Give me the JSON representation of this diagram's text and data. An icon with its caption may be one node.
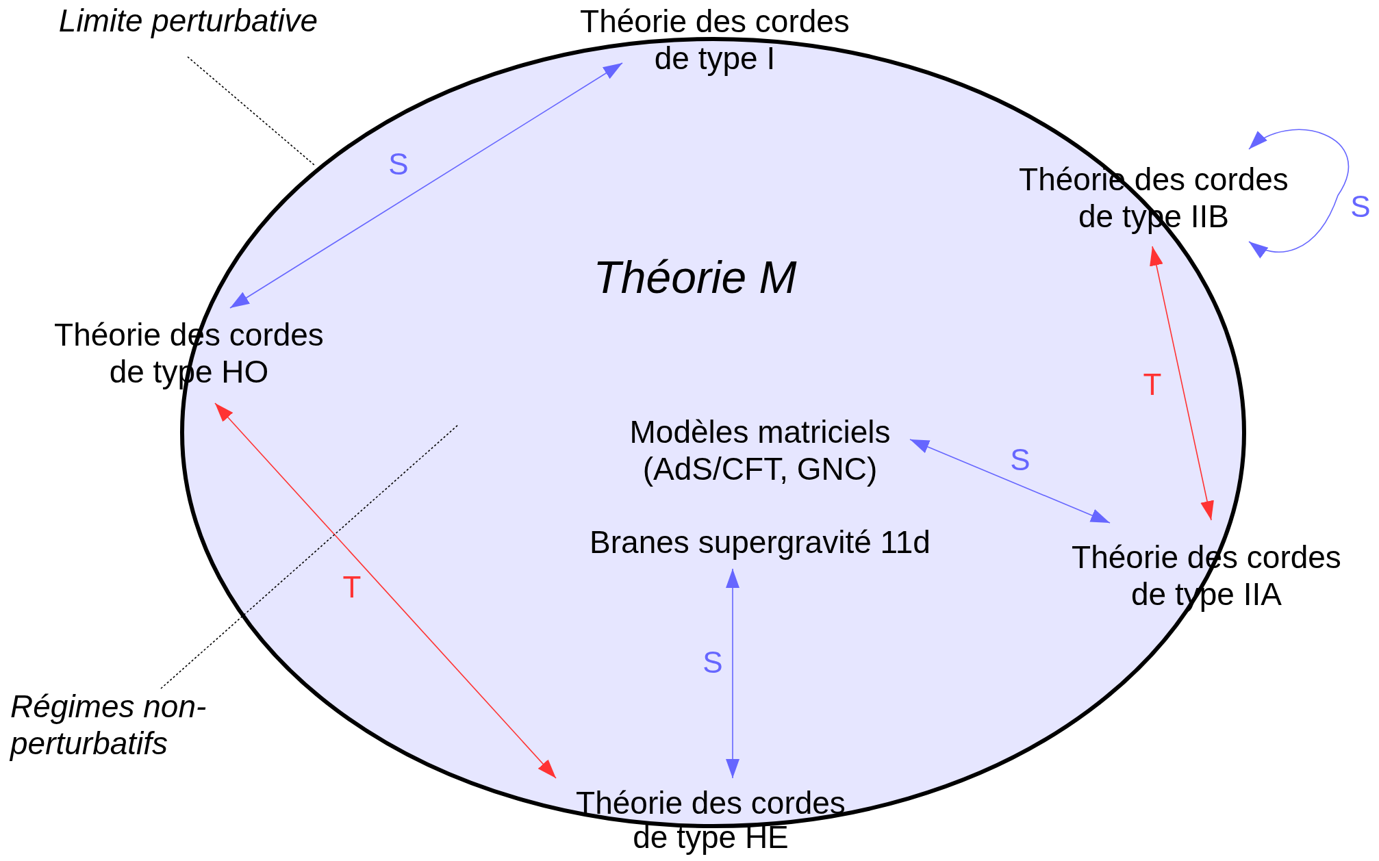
{
  "diagram": {
    "nodes": [
      {
        "text": [
          "Théorie M"
        ]
      },
      {
        "text": [
          "Théorie des cordes de type I"
        ]
      },
      {
        "text": [
          "Théorie des cordes de type IIB"
        ],
        "in": 0
      },
      {
        "text": [
          "Théorie des cordes de type HO"
        ]
      },
      {
        "text": [
          "Modèles matriciels (AdS/CFT, GNC)"
        ],
        "in": 0
      },
      {
        "text": [
          "Branes supergravité 11d"
        ],
        "in": 0
      },
      {
        "text": [
          "Théorie des cordes de type IIA"
        ]
      },
      {
        "text": [
          "Théorie des cordes de type HE"
        ]
      },
      {
        "text": [
          "Limite perturbative"
        ]
      },
      {
        "text": [
          "Régimes non-perturbatifs"
        ]
      }
    ],
    "edges": [
      {
        "from": 1,
        "to": 3,
        "arrow": "both",
        "label": "S"
      },
      {
        "from": 2,
        "to": 2,
        "arrow": "both",
        "label": "S"
      },
      {
        "from": 2,
        "to": 6,
        "arrow": "both",
        "label": "T",
        "color": "#ff3333"
      },
      {
        "from": 4,
        "to": 6,
        "arrow": "both",
        "label": "S"
      },
      {
        "from": 3,
        "to": 7,
        "arrow": "both",
        "label": "T",
        "color": "#ff3333"
      },
      {
        "from": 5,
        "to": 7,
        "arrow": "both",
        "label": "S"
      },
      {
        "from": 8,
        "to": 0,
        "arrow": "none",
        "style": "dashed",
        "color": "#000000"
      },
      {
        "from": 9,
        "to": 0,
        "arrow": "none",
        "style": "dashed",
        "color": "#000000"
      }
    ]
  }
}
